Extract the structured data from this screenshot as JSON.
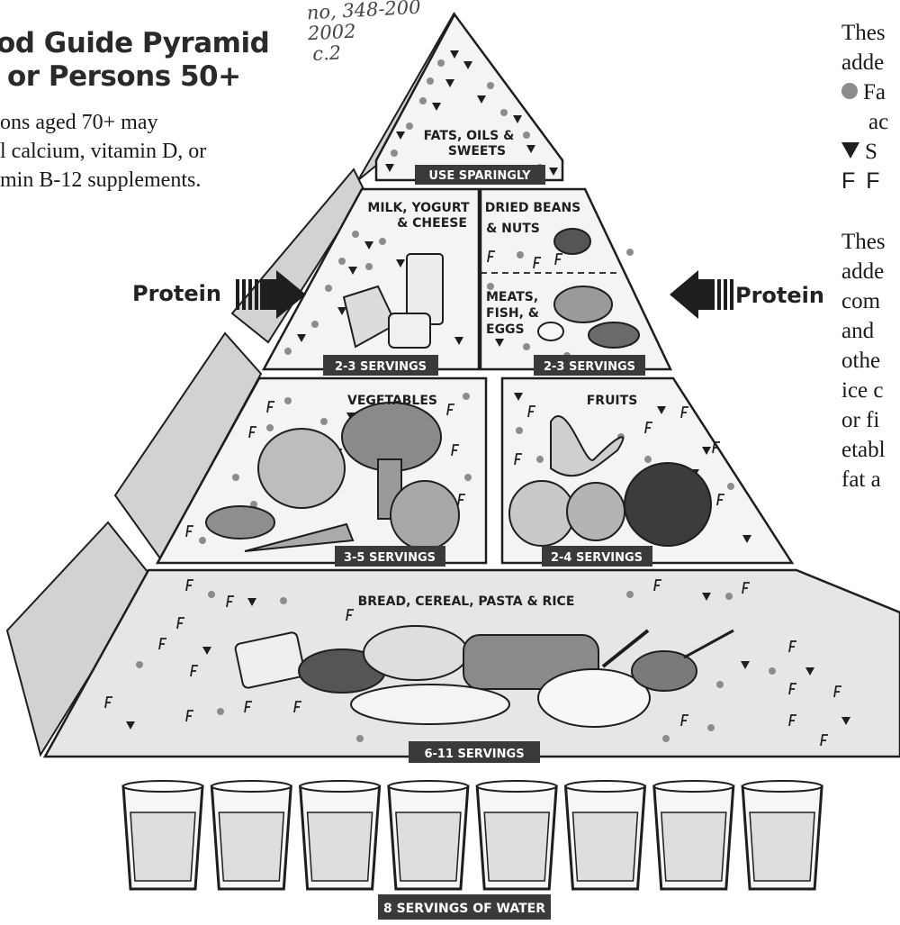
{
  "title": {
    "line1": "od Guide Pyramid",
    "line2": "or Persons 50+"
  },
  "handwritten": {
    "line1": "no, 348-200",
    "line2": "2002",
    "line3": "c.2"
  },
  "note_lines": [
    "ons   aged   70+   may",
    "l calcium, vitamin D, or",
    "min B-12 supplements."
  ],
  "protein_label": "Protein",
  "legend": {
    "intro_line1": "Thes",
    "intro_line2": "adde",
    "fat_label": "Fa",
    "fat_cont": "ac",
    "sugar_label": "S",
    "f_label": "F",
    "f_text": "F",
    "body_lines": [
      "Thes",
      "adde",
      "com",
      "and",
      "othe",
      "ice c",
      "or fi",
      "etabl",
      "fat a"
    ]
  },
  "pyramid": {
    "tip": {
      "name": "FATS, OILS & SWEETS",
      "line1": "FATS, OILS &",
      "line2": "SWEETS",
      "servings": "USE SPARINGLY"
    },
    "milk": {
      "line1": "MILK, YOGURT",
      "line2": "& CHEESE",
      "servings": "2-3 SERVINGS"
    },
    "beans": {
      "line1": "DRIED BEANS",
      "line2": "& NUTS"
    },
    "meats": {
      "line1": "MEATS,",
      "line2": "FISH, &",
      "line3": "EGGS",
      "servings": "2-3 SERVINGS"
    },
    "vegetables": {
      "name": "VEGETABLES",
      "servings": "3-5 SERVINGS"
    },
    "fruits": {
      "name": "FRUITS",
      "servings": "2-4 SERVINGS"
    },
    "bread": {
      "name": "BREAD, CEREAL, PASTA & RICE",
      "servings": "6-11 SERVINGS"
    },
    "water": {
      "servings": "8 SERVINGS OF WATER",
      "glass_count": 8
    }
  },
  "colors": {
    "pyramid_fill": "#f4f4f4",
    "side_fill": "#d2d2d2",
    "base_fill": "#e6e6e6",
    "label_bg": "#3a3a3a",
    "dot": "#8c8c8c",
    "ink": "#1e1e1e"
  }
}
